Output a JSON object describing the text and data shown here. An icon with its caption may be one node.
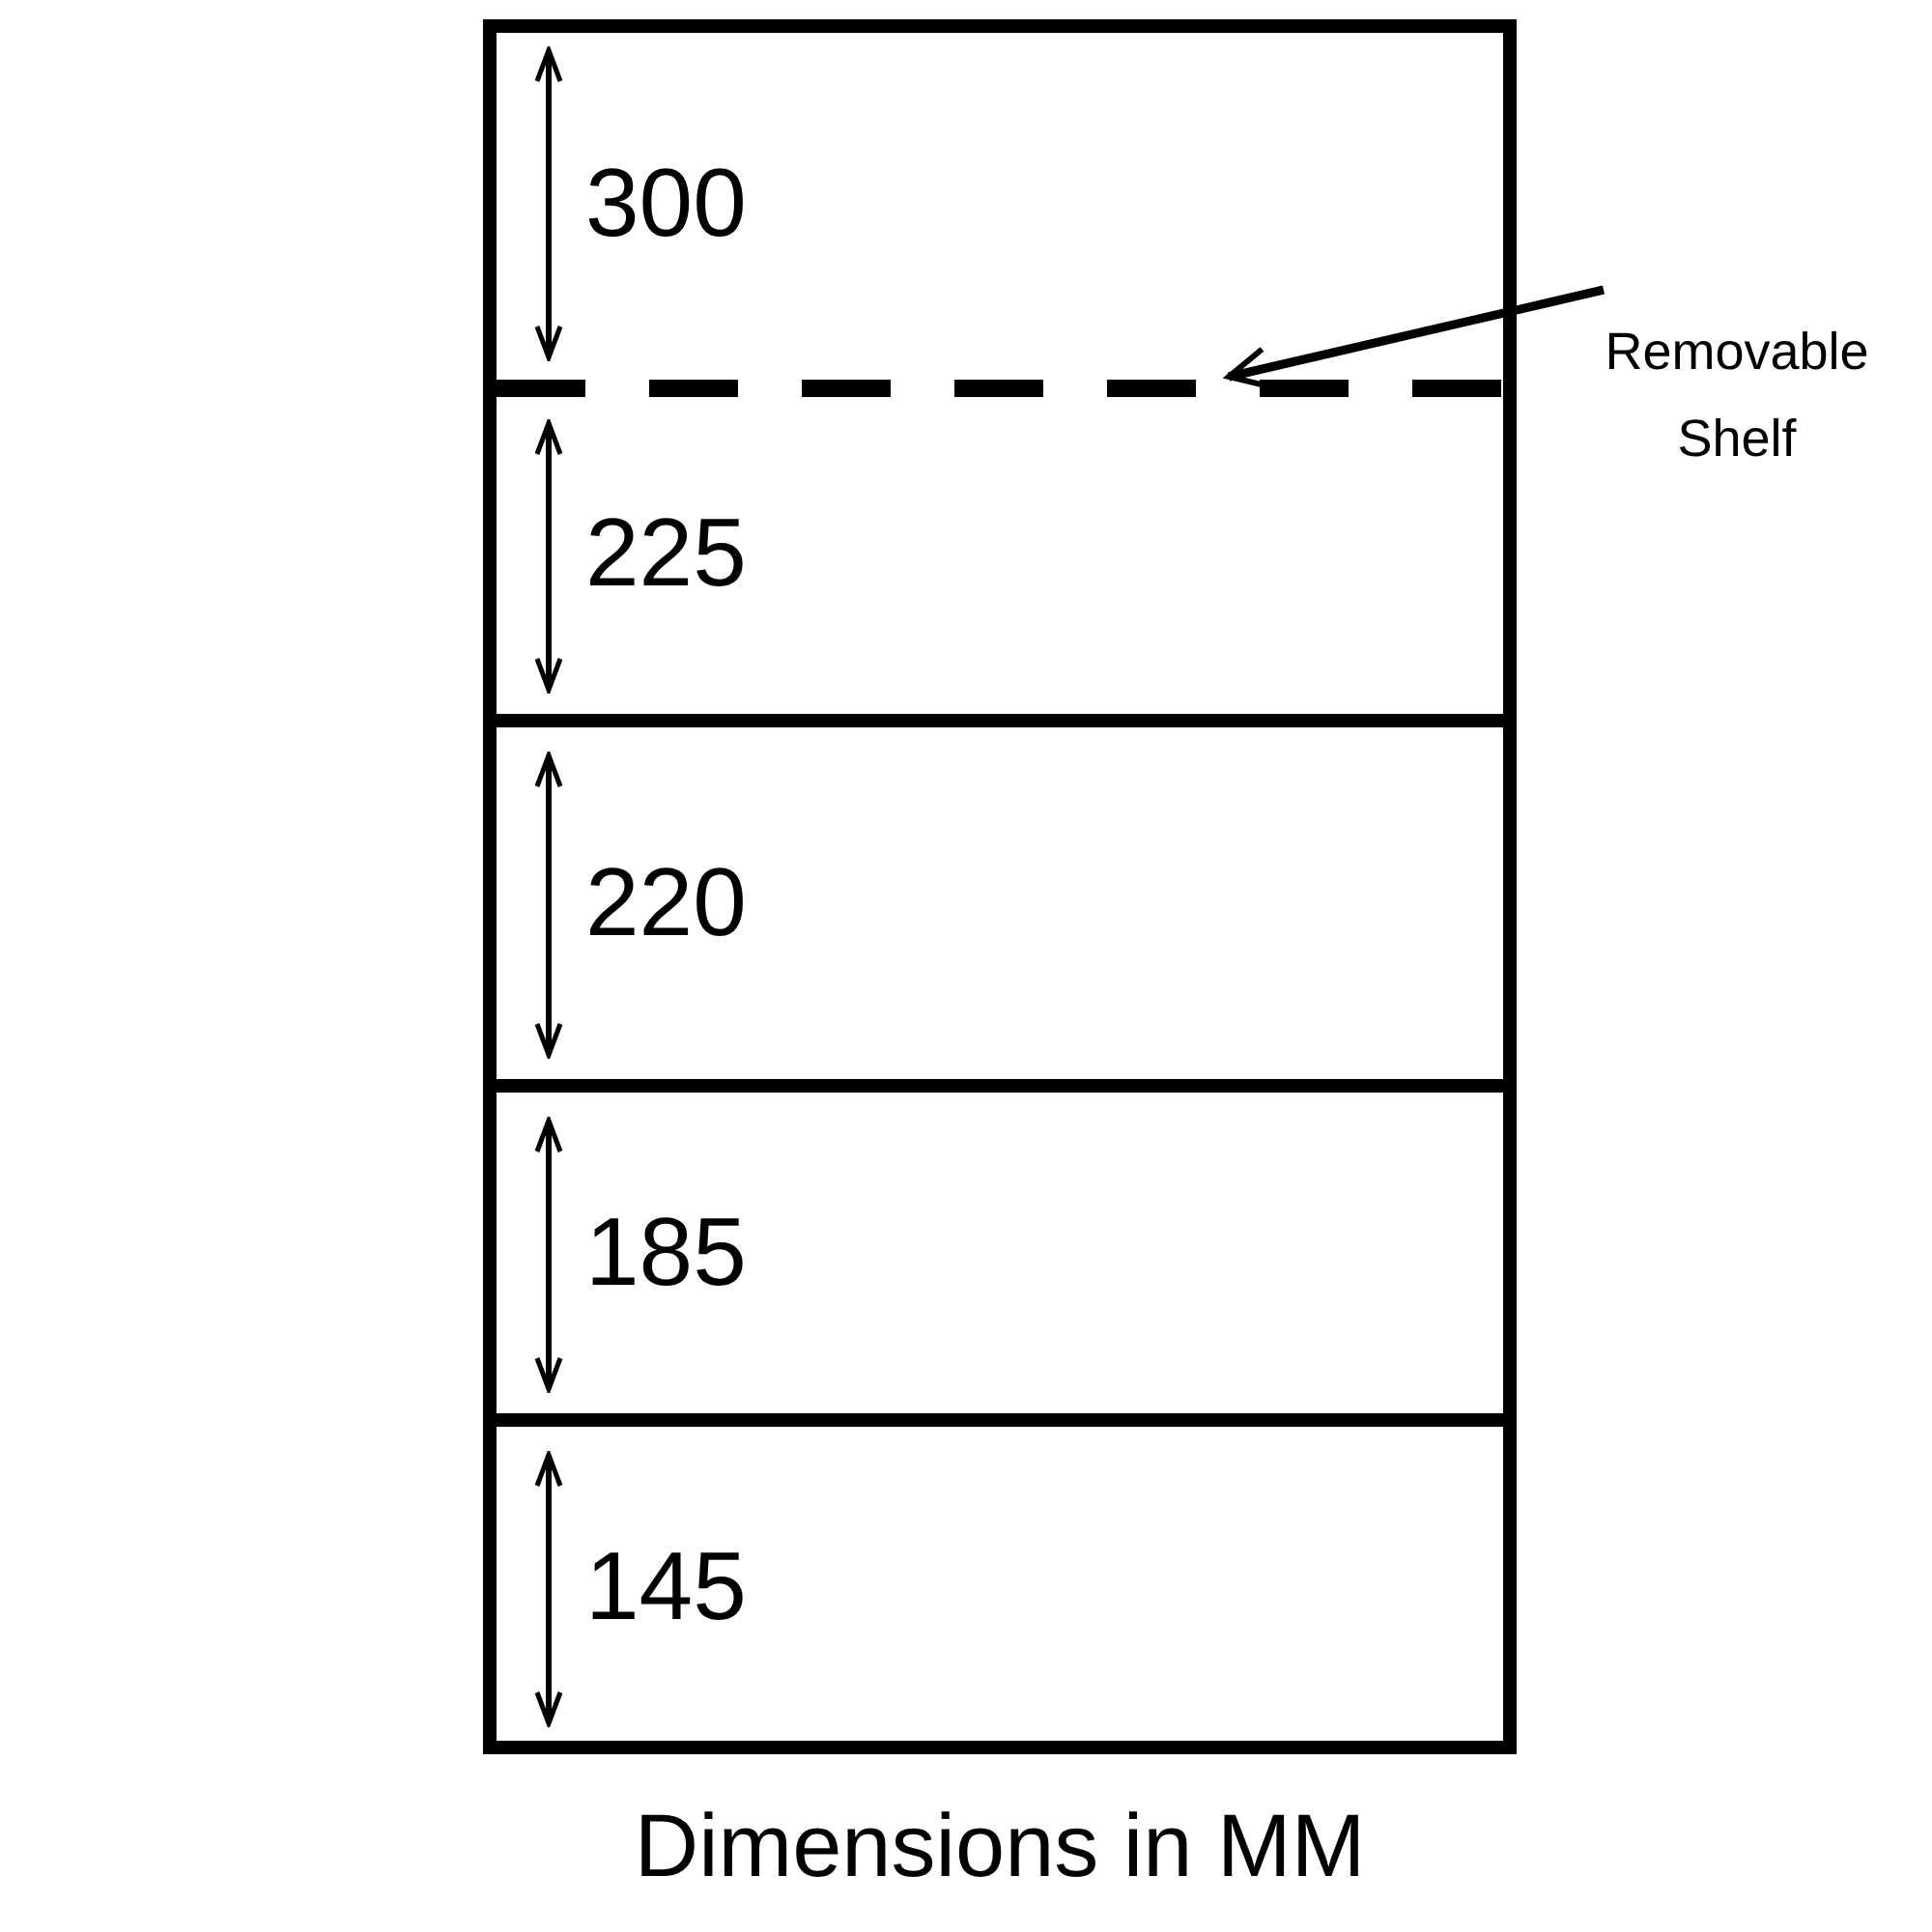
{
  "diagram": {
    "caption": "Dimensions in MM",
    "nodes": [
      {
        "text": [
          "Removable Shelf"
        ]
      },
      {
        "text": [],
        "shape": "bar"
      }
    ],
    "edges": [
      {
        "from": 0,
        "to": 1,
        "arrow": "to"
      }
    ],
    "labels": [
      "300",
      "225",
      "220",
      "185",
      "145"
    ]
  }
}
